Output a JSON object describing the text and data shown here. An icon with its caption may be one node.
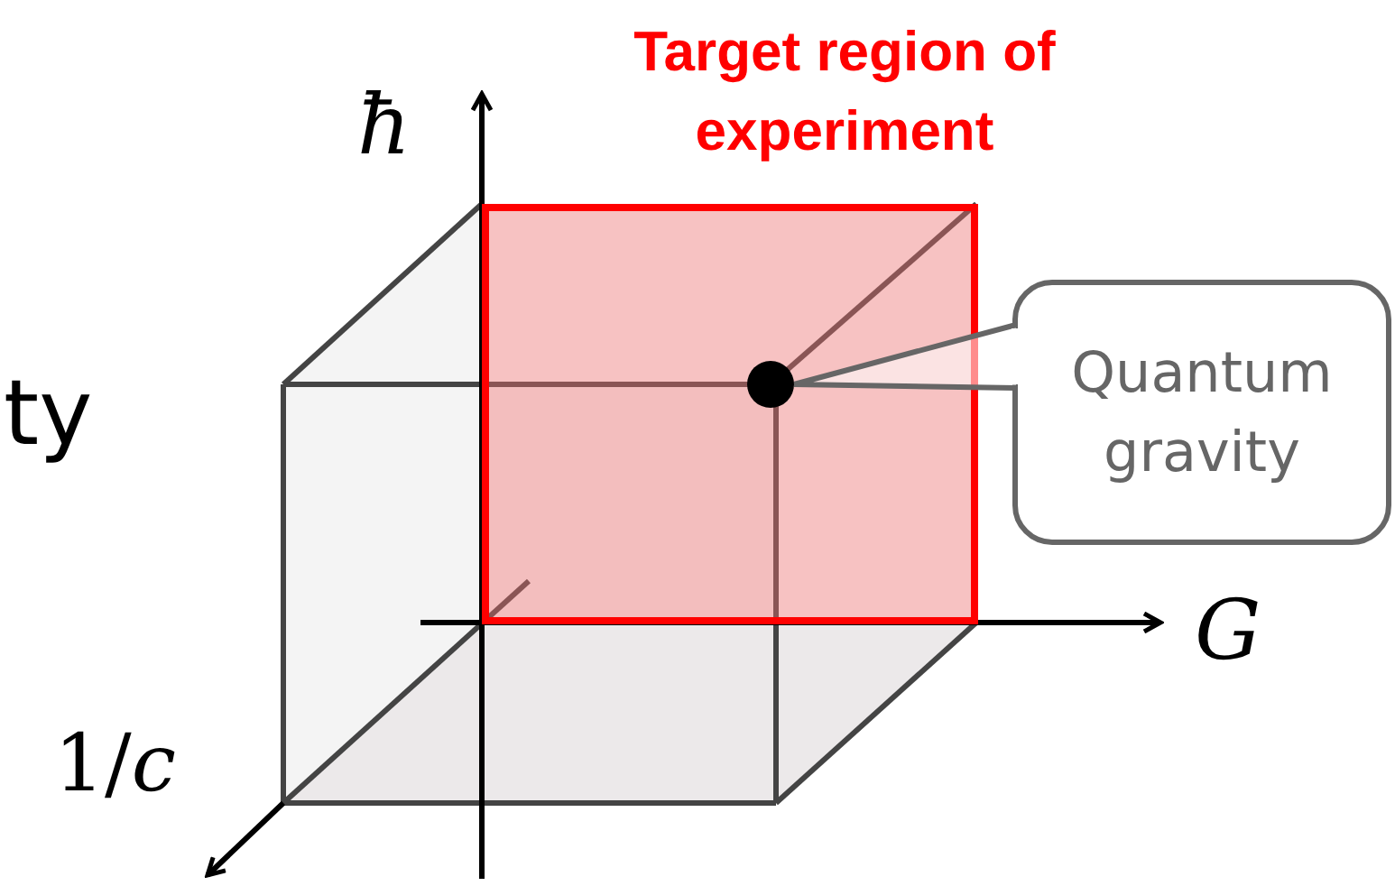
{
  "diagram": {
    "nodes": [
      {
        "text": [
          "Target region of experiment"
        ]
      },
      {
        "text": [
          "Quantum gravity"
        ]
      }
    ],
    "labels": [
      "ħ",
      "G",
      "1/*c*",
      "ty"
    ]
  }
}
